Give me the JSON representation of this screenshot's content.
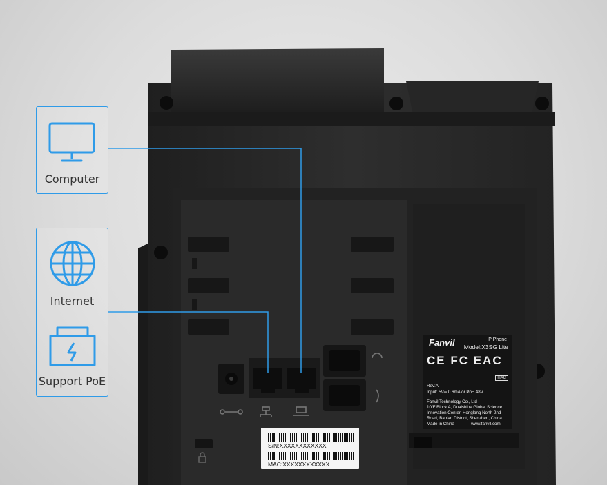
{
  "callouts": {
    "computer_label": "Computer",
    "internet_label": "Internet",
    "poe_label": "Support PoE"
  },
  "sticker": {
    "brand": "Fanvil",
    "product_type": "IP Phone",
    "model": "Model:X3SG Lite",
    "marks": "CE FC EAC",
    "hac": "HAC",
    "rev": "Rev:A",
    "input": "Input: 5V═ 0.6mA or PoE 48V",
    "company_line1": "Fanvil Technology Co., Ltd",
    "company_line2": "10/F Block A, Dualshine Global Science",
    "company_line3": "Innovation Center, Honglang North 2nd",
    "company_line4": "Road, Bao'an District, Shenzhen, China",
    "made_in": "Made in China",
    "website": "www.fanvil.com"
  },
  "barcode": {
    "sn": "S/N:XXXXXXXXXXXX",
    "mac": "MAC:XXXXXXXXXXXX"
  },
  "icons": [
    "monitor-icon",
    "globe-icon",
    "battery-charging-icon",
    "headset-icon",
    "handset-icon",
    "power-polarity-icon",
    "network-icon",
    "pc-port-icon",
    "lock-icon"
  ],
  "colors": {
    "accent": "#2f9be8",
    "device": "#2b2b2b"
  }
}
